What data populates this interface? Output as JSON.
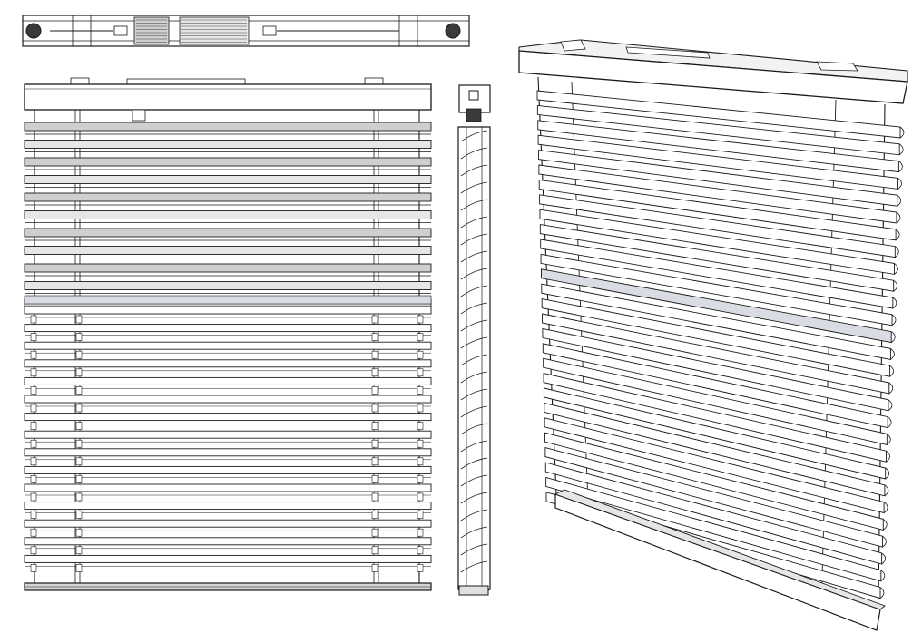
{
  "figure": {
    "views": [
      "top-view",
      "front-view",
      "side-view",
      "perspective-view"
    ],
    "colors": {
      "line": "#1a1a1a",
      "slat_fill": "#ffffff",
      "slat_shade_light": "#e6e6e6",
      "slat_shade_mid": "#cfcfcf",
      "highlight_slat": "#d9dde3",
      "end_cap": "#3a3a3a",
      "background": "#ffffff"
    },
    "front_view": {
      "upper_slats": 11,
      "lower_slats": 15
    },
    "side_view": {
      "slats": 26
    },
    "perspective_view": {
      "slats": 28
    }
  }
}
